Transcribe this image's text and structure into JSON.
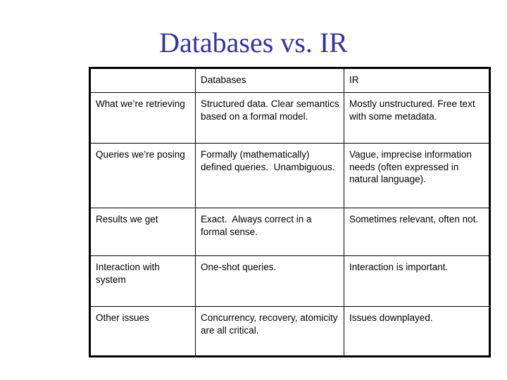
{
  "slide": {
    "title": "Databases vs. IR",
    "title_color": "#3333a3",
    "background_color": "#ffffff"
  },
  "table": {
    "columns": [
      "",
      "Databases",
      "IR"
    ],
    "rows": [
      {
        "aspect": "What we’re retrieving",
        "databases": "Structured data. Clear semantics based on a formal model.",
        "ir": "Mostly unstructured. Free text with some metadata."
      },
      {
        "aspect": "Queries we’re posing",
        "databases": "Formally (mathematically) defined queries.  Unambiguous.",
        "ir": "Vague, imprecise information needs (often expressed in natural language)."
      },
      {
        "aspect": "Results we get",
        "databases": "Exact.  Always correct in a formal sense.",
        "ir": "Sometimes relevant, often not."
      },
      {
        "aspect": "Interaction with system",
        "databases": "One-shot queries.",
        "ir": "Interaction is important."
      },
      {
        "aspect": "Other issues",
        "databases": "Concurrency, recovery, atomicity are all critical.",
        "ir": "Issues downplayed."
      }
    ]
  }
}
